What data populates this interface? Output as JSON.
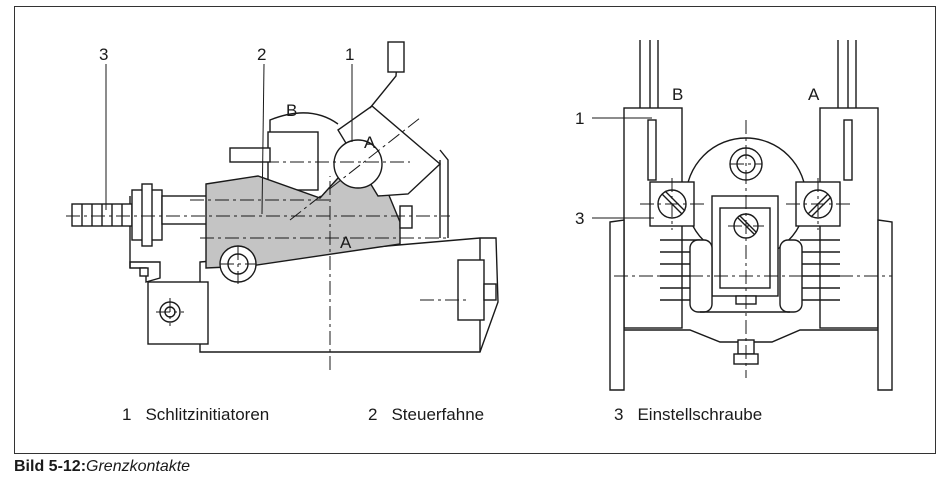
{
  "figure": {
    "callouts": {
      "left_1": "1",
      "left_2": "2",
      "left_3": "3",
      "left_A_sensor": "A",
      "left_A_vane": "A",
      "left_B": "B",
      "right_1": "1",
      "right_3": "3",
      "right_A": "A",
      "right_B": "B"
    },
    "legend": [
      {
        "num": "1",
        "text": "Schlitzinitiatoren"
      },
      {
        "num": "2",
        "text": "Steuerfahne"
      },
      {
        "num": "3",
        "text": "Einstellschraube"
      }
    ]
  },
  "caption": {
    "label": "Bild 5-12:",
    "title": "Grenzkontakte"
  },
  "colors": {
    "line": "#1a1a1a",
    "vane_fill": "#c4c4c4",
    "background": "#ffffff"
  }
}
